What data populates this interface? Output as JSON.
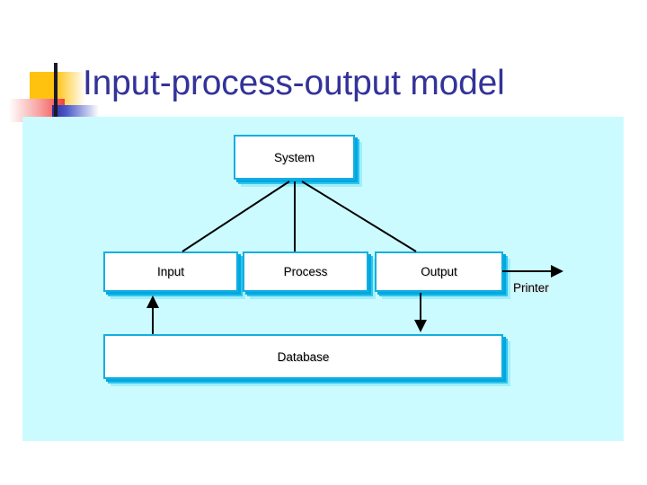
{
  "slide": {
    "title": "Input-process-output model",
    "title_color": "#333399",
    "canvas_bg": "#CCFBFF",
    "decoration": {
      "gold_color": "#FFC20E",
      "red_color": "#F04040",
      "blue_color": "#2B2B9E",
      "bar_color": "#1A1A28"
    }
  },
  "diagram": {
    "type": "flowchart",
    "box_border_color": "#15AEE0",
    "box_fill_color": "#FFFFFF",
    "shadow_colors": [
      "#9FEFFA",
      "#2FC3EE",
      "#00A8E0"
    ],
    "nodes": [
      {
        "id": "system",
        "label": "System"
      },
      {
        "id": "input",
        "label": "Input"
      },
      {
        "id": "process",
        "label": "Process"
      },
      {
        "id": "output",
        "label": "Output"
      },
      {
        "id": "database",
        "label": "Database"
      }
    ],
    "external_labels": [
      {
        "id": "printer",
        "label": "Printer"
      }
    ],
    "edges": [
      {
        "from": "system",
        "to": "input",
        "arrow": "none"
      },
      {
        "from": "system",
        "to": "process",
        "arrow": "none"
      },
      {
        "from": "system",
        "to": "output",
        "arrow": "none"
      },
      {
        "from": "database",
        "to": "input",
        "arrow": "up"
      },
      {
        "from": "output",
        "to": "database",
        "arrow": "down"
      },
      {
        "from": "output",
        "to": "printer",
        "arrow": "right"
      }
    ]
  }
}
